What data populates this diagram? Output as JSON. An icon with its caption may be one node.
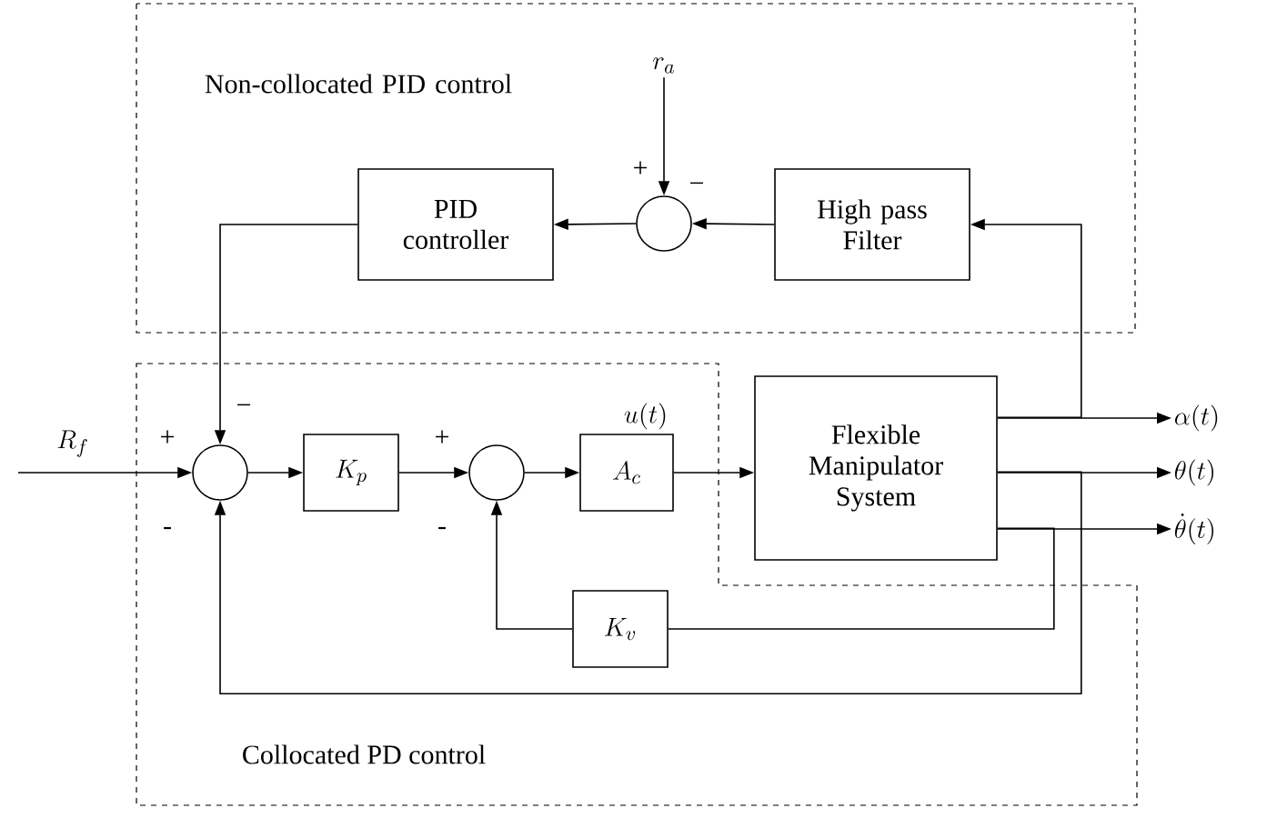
{
  "diagram": {
    "nodes": [
      {
        "text": [
          "Non-collocated PID control"
        ]
      },
      {
        "text": [
          "r_a"
        ],
        "in": 0
      },
      {
        "text": [
          "PID controller"
        ],
        "in": 0
      },
      {
        "text": [],
        "shape": "circle",
        "in": 0
      },
      {
        "text": [
          "High pass Filter"
        ],
        "in": 0
      },
      {
        "text": [
          "Collocated PD control"
        ]
      },
      {
        "text": [],
        "shape": "circle",
        "in": 5
      },
      {
        "text": [
          "K_p"
        ],
        "in": 5
      },
      {
        "text": [],
        "shape": "circle",
        "in": 5
      },
      {
        "text": [
          "A_c"
        ],
        "in": 5
      },
      {
        "text": [
          "K_v"
        ],
        "in": 5
      },
      {
        "text": [
          "Flexible Manipulator System"
        ]
      },
      {
        "text": [
          "\\alpha(t)"
        ]
      },
      {
        "text": [
          "\\theta(t)"
        ]
      },
      {
        "text": [
          "\\dot{\\theta}(t)"
        ]
      }
    ],
    "edges": [
      {
        "from": 1,
        "to": 3,
        "arrow": "to"
      },
      {
        "from": 4,
        "to": 3,
        "arrow": "to"
      },
      {
        "from": 3,
        "to": 2,
        "arrow": "to"
      },
      {
        "from": 2,
        "to": 6,
        "arrow": "to"
      },
      {
        "from": null,
        "to": 6,
        "arrow": "to",
        "label": "R_f"
      },
      {
        "from": 6,
        "to": 7,
        "arrow": "to"
      },
      {
        "from": 7,
        "to": 8,
        "arrow": "to"
      },
      {
        "from": 8,
        "to": 9,
        "arrow": "to"
      },
      {
        "from": 9,
        "to": 11,
        "arrow": "to",
        "label": "u(t)"
      },
      {
        "from": 11,
        "to": 12,
        "arrow": "to"
      },
      {
        "from": 11,
        "to": 13,
        "arrow": "to"
      },
      {
        "from": 11,
        "to": 14,
        "arrow": "to"
      },
      {
        "from": 11,
        "to": 4,
        "arrow": "to"
      },
      {
        "from": 11,
        "to": 10,
        "arrow": "none"
      },
      {
        "from": 10,
        "to": 8,
        "arrow": "to"
      },
      {
        "from": 11,
        "to": 6,
        "arrow": "to"
      }
    ],
    "labels": [
      "+",
      "−",
      "+",
      "−",
      "-",
      "+",
      "-"
    ]
  }
}
